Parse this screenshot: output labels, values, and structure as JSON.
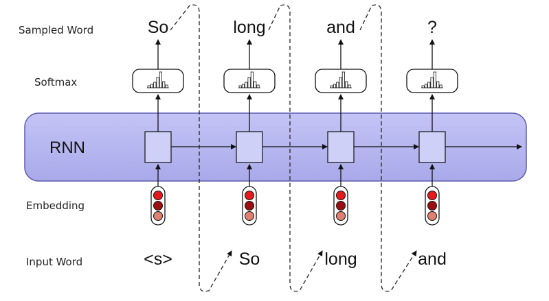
{
  "row_labels": {
    "sampled": "Sampled Word",
    "softmax": "Softmax",
    "embedding": "Embedding",
    "input": "Input Word"
  },
  "rnn_label": "RNN",
  "timesteps": [
    {
      "input_word": "<s>",
      "sampled_word": "So"
    },
    {
      "input_word": "So",
      "sampled_word": "long"
    },
    {
      "input_word": "long",
      "sampled_word": "and"
    },
    {
      "input_word": "and",
      "sampled_word": "?"
    }
  ],
  "colors": {
    "rnn_fill": "#b8b8f2",
    "rnn_stroke": "#5a5ab0",
    "cell_fill": "#cfd0f7",
    "emb_top": "#e41a1c",
    "emb_mid": "#9b0f10",
    "emb_bot": "#e08070"
  }
}
